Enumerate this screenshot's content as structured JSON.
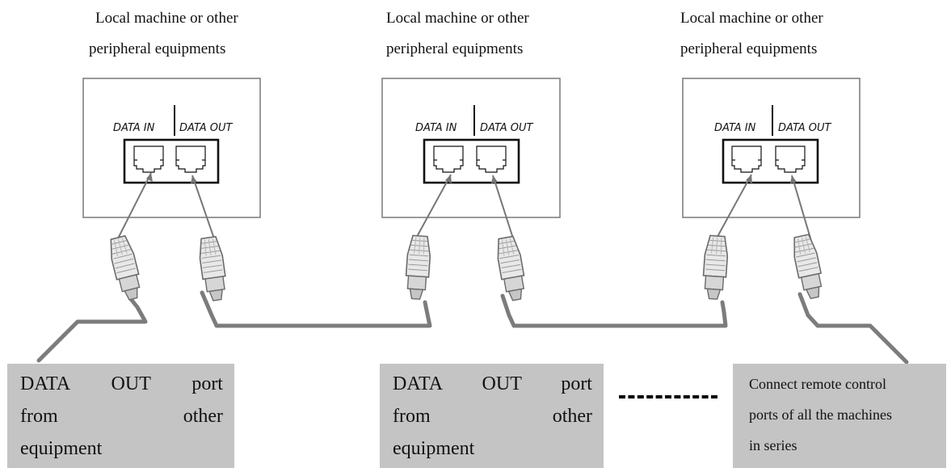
{
  "units": [
    {
      "caption_line1": "Local machine or other",
      "caption_line2": "peripheral equipments",
      "port_in": "DATA IN",
      "port_out": "DATA OUT"
    },
    {
      "caption_line1": "Local machine or other",
      "caption_line2": "peripheral equipments",
      "port_in": "DATA IN",
      "port_out": "DATA OUT"
    },
    {
      "caption_line1": "Local machine or other",
      "caption_line2": "peripheral equipments",
      "port_in": "DATA IN",
      "port_out": "DATA OUT"
    }
  ],
  "notes": {
    "left": {
      "line1_word1": "DATA",
      "line1_word2": "OUT",
      "line1_word3": "port",
      "line2_word1": "from",
      "line2_word2": "other",
      "line3": "equipment"
    },
    "middle": {
      "line1_word1": "DATA",
      "line1_word2": "OUT",
      "line1_word3": "port",
      "line2_word1": "from",
      "line2_word2": "other",
      "line3": "equipment"
    },
    "right": {
      "line1": "Connect remote control",
      "line2": "ports of all the machines",
      "line3": "in series"
    }
  },
  "colors": {
    "cable": "#7c7c7c",
    "note_fill": "#c4c4c4",
    "box_border": "#808080",
    "ink": "#111111"
  }
}
